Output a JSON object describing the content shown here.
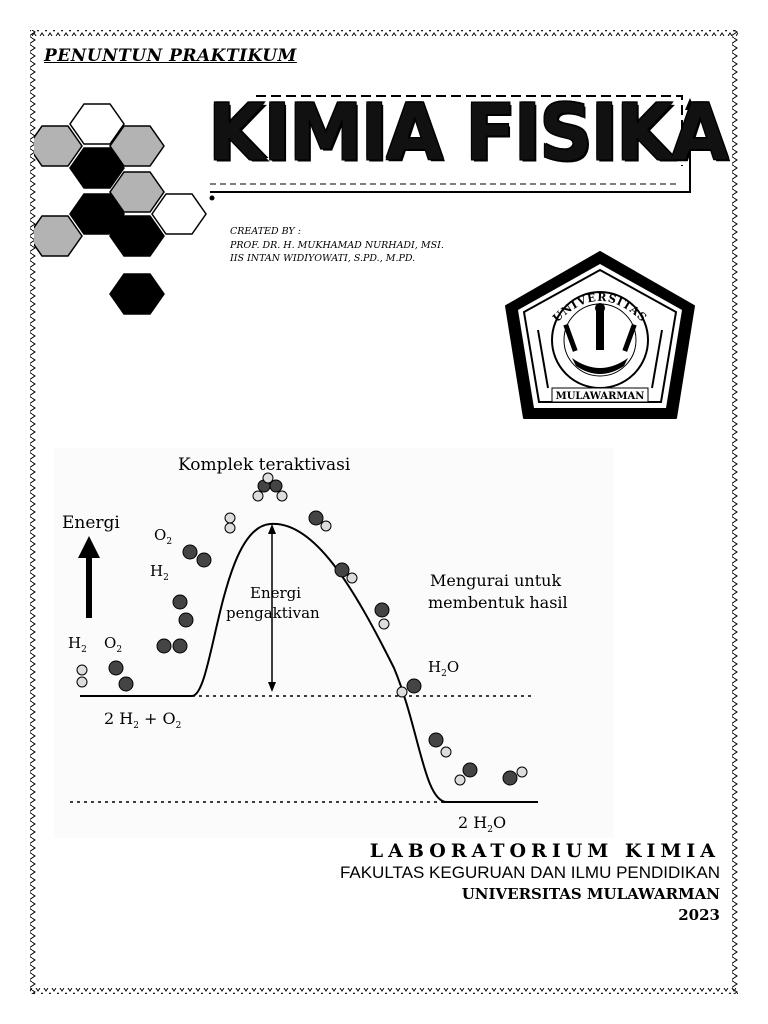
{
  "cover": {
    "subtitle": "PENUNTUN PRAKTIKUM",
    "title": "KIMIA FISIKA",
    "credits": {
      "heading": "CREATED BY :",
      "authors": [
        "PROF. DR. H. MUKHAMAD NURHADI, MSI.",
        "IIS INTAN WIDIYOWATI, S.PD., M.PD."
      ]
    }
  },
  "logo": {
    "top_text": "UNIVERSITAS",
    "bottom_text": "MULAWARMAN"
  },
  "diagram": {
    "labels": {
      "activated_complex": "Komplek teraktivasi",
      "energy_axis": "Energi",
      "activation_energy_line1": "Energi",
      "activation_energy_line2": "pengaktivan",
      "decompose_line1": "Mengurai untuk",
      "decompose_line2": "membentuk hasil",
      "o2": "O",
      "h2": "H",
      "h2_left": "H",
      "o2_left": "O",
      "h2o": "H",
      "reactants": "2 H",
      "products": "2 H"
    }
  },
  "footer": {
    "lab": "LABORATORIUM KIMIA",
    "faculty": "FAKULTAS KEGURUAN DAN ILMU PENDIDIKAN",
    "university": "UNIVERSITAS MULAWARMAN",
    "year": "2023"
  },
  "colors": {
    "ink": "#000000",
    "hex_gray": "#b3b3b3",
    "paper": "#ffffff"
  }
}
